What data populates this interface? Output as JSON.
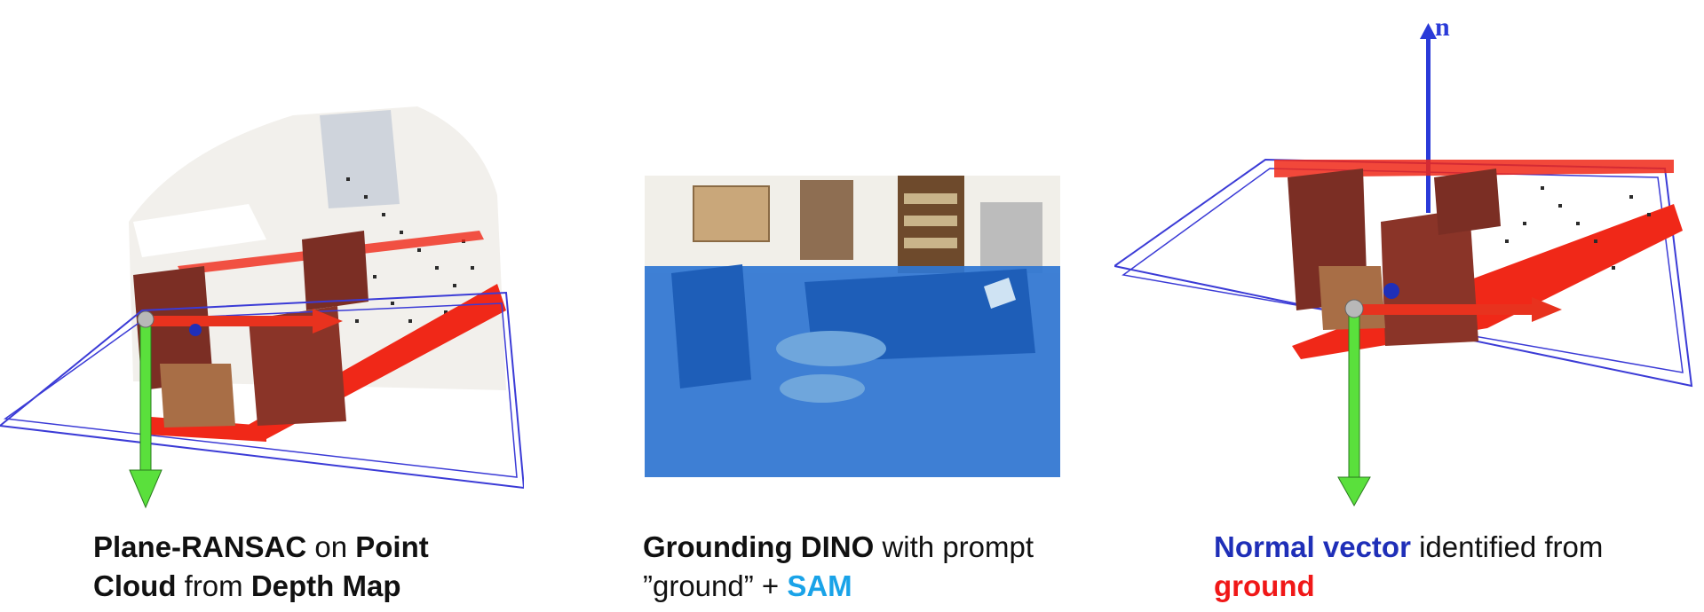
{
  "panels": [
    {
      "caption": {
        "part1": "Plane-RANSAC",
        "part2": " on ",
        "part3": "Point",
        "part4": "Cloud",
        "part5": " from ",
        "part6": "Depth Map"
      }
    },
    {
      "caption": {
        "part1": "Grounding DINO",
        "part2": " with prompt",
        "part3": "”ground” + ",
        "part4": "SAM"
      }
    },
    {
      "vector_label": "n",
      "caption": {
        "part1": "Normal vector",
        "part2": " identified from",
        "part3": "ground"
      }
    }
  ],
  "colors": {
    "plane_outline": "#3b3bd6",
    "ground_points": "#f02818",
    "green_axis": "#5ae03c",
    "red_axis": "#e8321e",
    "normal_vector": "#2a3ad8",
    "sam_mask": "#2f76d2",
    "caption_dark_blue": "#1f2fb8",
    "caption_light_blue": "#1aa3e8",
    "caption_red": "#f01818"
  }
}
